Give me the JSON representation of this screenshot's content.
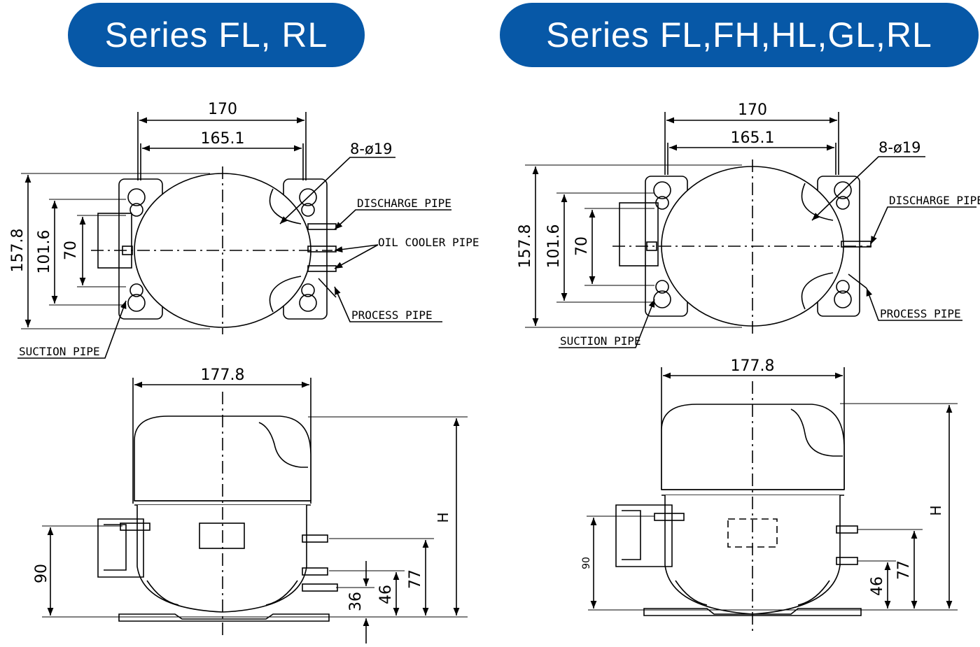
{
  "colors": {
    "banner": "#0758a7",
    "line": "#000000"
  },
  "left": {
    "title": "Series  FL, RL",
    "dim_170": "170",
    "dim_165": "165.1",
    "dim_hole": "8-ø19",
    "dim_157": "157.8",
    "dim_101": "101.6",
    "dim_70": "70",
    "label_discharge": "DISCHARGE  PIPE",
    "label_oil": "OIL  COOLER  PIPE",
    "label_process": "PROCESS  PIPE",
    "label_suction": "SUCTION  PIPE",
    "dim_177": "177.8",
    "dim_h": "H",
    "dim_90": "90",
    "dim_77": "77",
    "dim_46": "46",
    "dim_36": "36"
  },
  "right": {
    "title": "Series  FL,FH,HL,GL,RL",
    "dim_170": "170",
    "dim_165": "165.1",
    "dim_hole": "8-ø19",
    "dim_157": "157.8",
    "dim_101": "101.6",
    "dim_70": "70",
    "label_discharge": "DISCHARGE  PIPE",
    "label_process": "PROCESS  PIPE",
    "label_suction": "SUCTION  PIPE",
    "dim_177": "177.8",
    "dim_h": "H",
    "dim_90": "90",
    "dim_77": "77",
    "dim_46": "46"
  }
}
